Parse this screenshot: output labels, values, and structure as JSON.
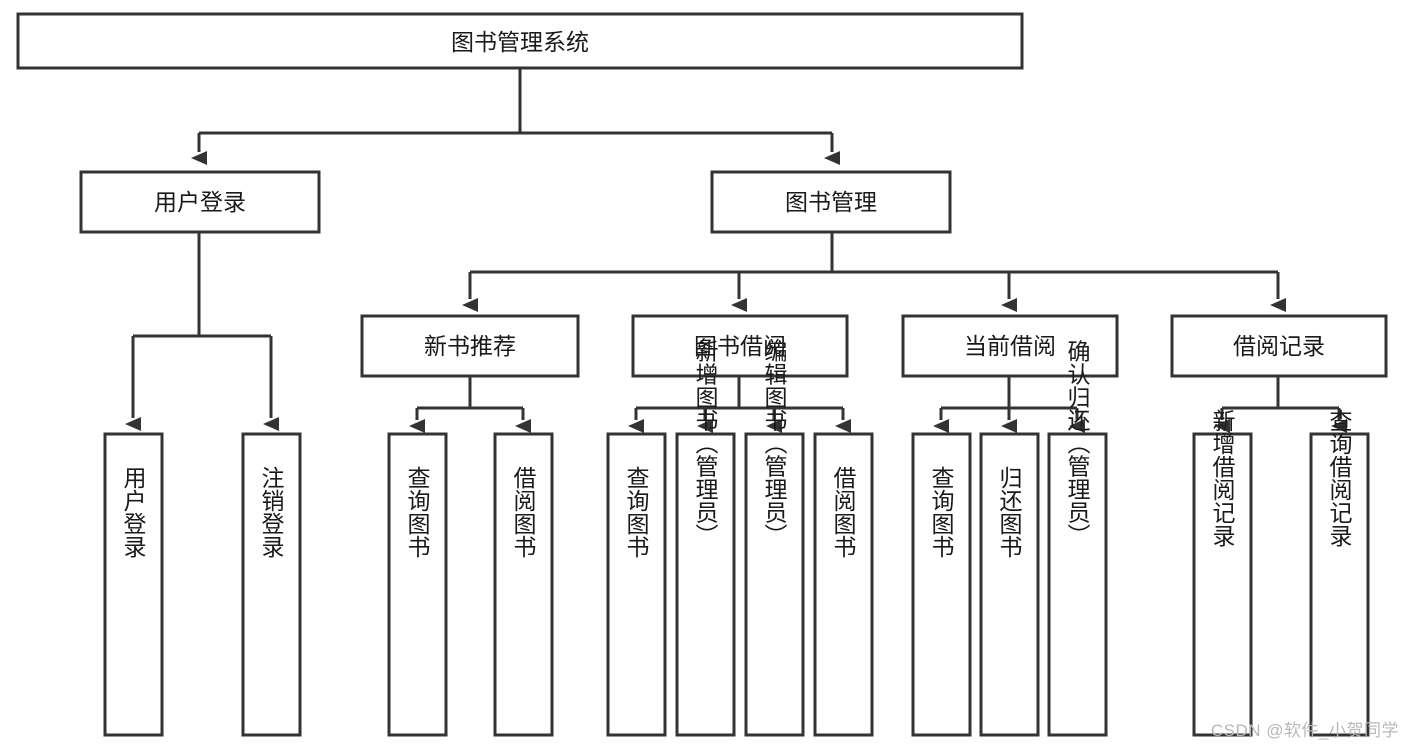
{
  "diagram": {
    "type": "tree",
    "title": "图书管理系统",
    "watermark": "CSDN @软件_小贺同学",
    "colors": {
      "stroke": "#333333",
      "fill": "#ffffff",
      "text": "#1a1a1a",
      "watermark": "#b8b8b8"
    },
    "root": {
      "label": "图书管理系统"
    },
    "level2": [
      {
        "label": "用户登录"
      },
      {
        "label": "图书管理"
      }
    ],
    "level3": [
      {
        "label": "新书推荐"
      },
      {
        "label": "图书借阅"
      },
      {
        "label": "当前借阅"
      },
      {
        "label": "借阅记录"
      }
    ],
    "leaves": {
      "user_login": [
        {
          "label": "用户登录"
        },
        {
          "label": "注销登录"
        }
      ],
      "new_book": [
        {
          "label": "查询图书"
        },
        {
          "label": "借阅图书"
        }
      ],
      "borrow": [
        {
          "label": "查询图书"
        },
        {
          "label": "新增图书（管理员）"
        },
        {
          "label": "编辑图书（管理员）"
        },
        {
          "label": "借阅图书"
        }
      ],
      "current": [
        {
          "label": "查询图书"
        },
        {
          "label": "归还图书"
        },
        {
          "label": "确认归还（管理员）"
        }
      ],
      "records": [
        {
          "label": "新增借阅记录"
        },
        {
          "label": "查询借阅记录"
        }
      ]
    }
  }
}
